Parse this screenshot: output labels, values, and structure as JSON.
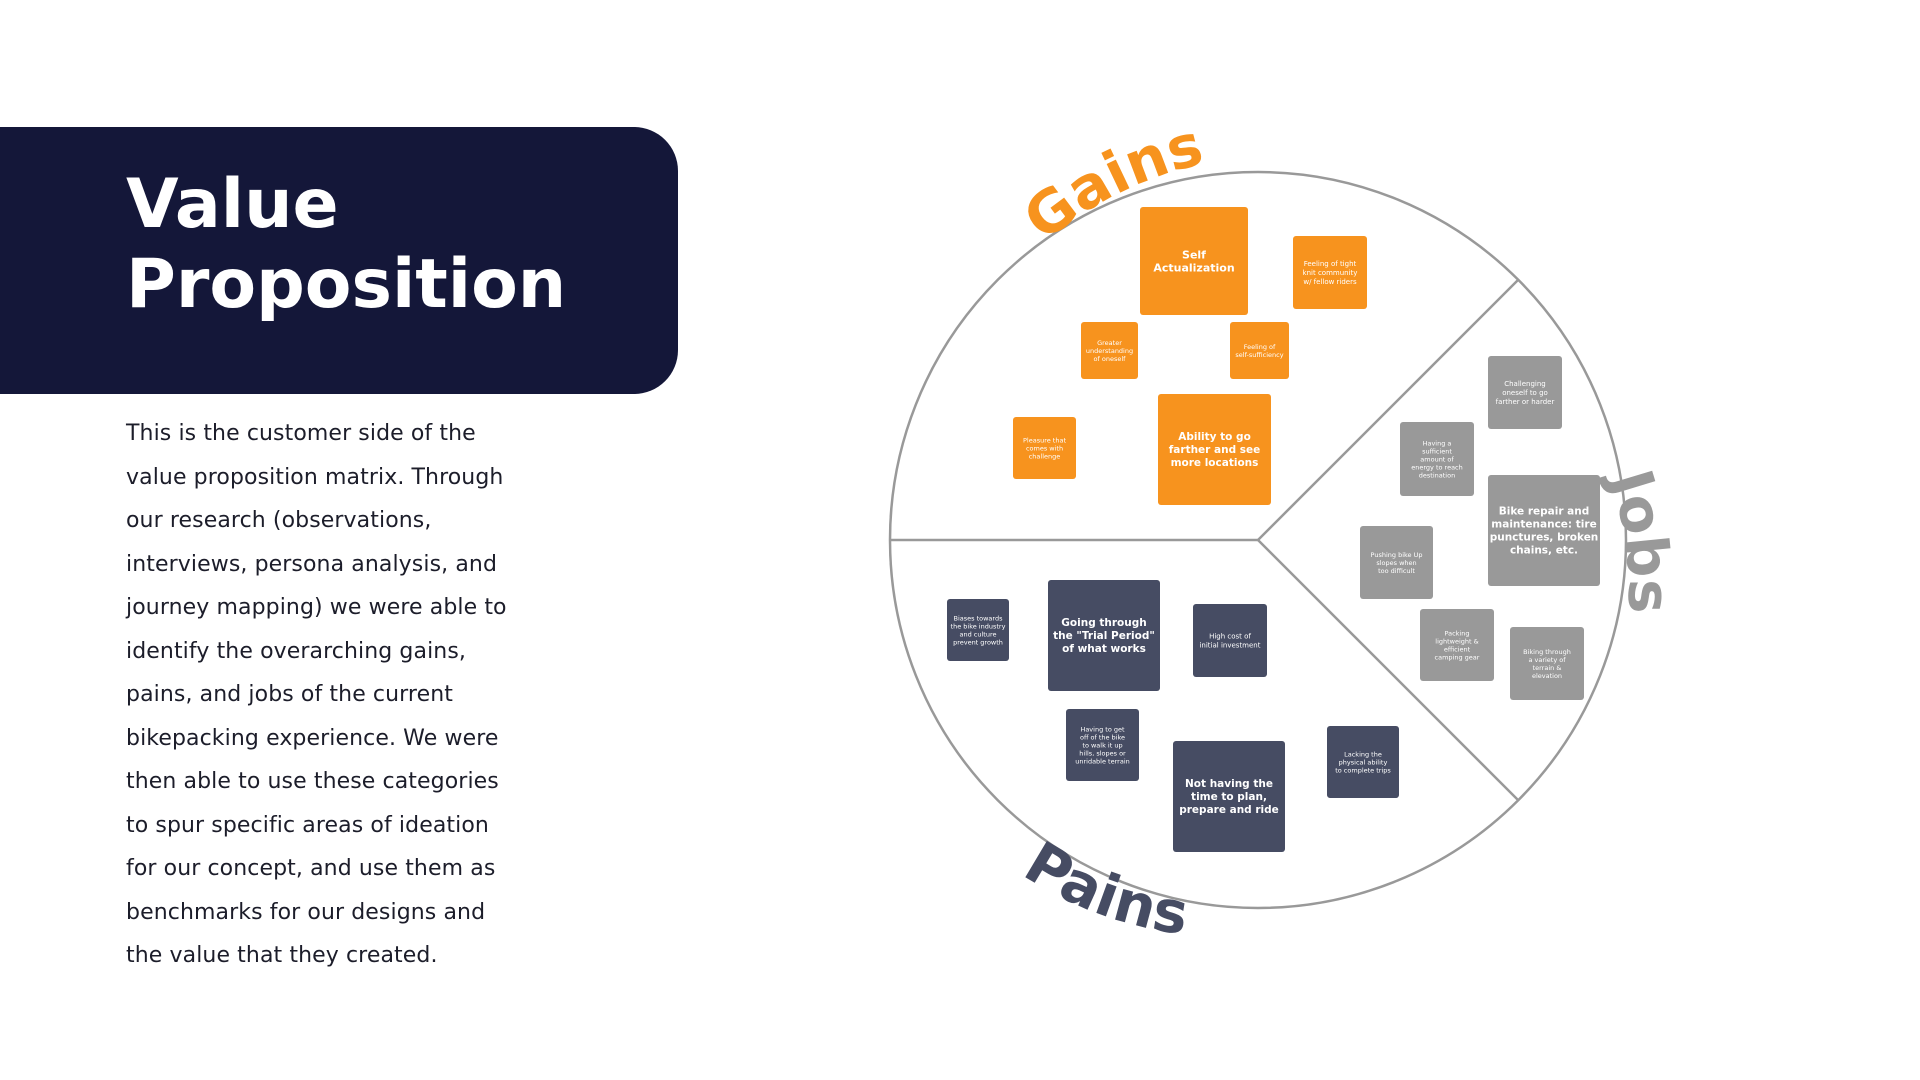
{
  "slide": {
    "title_line1": "Value",
    "title_line2": "Proposition",
    "description_lines": [
      "This is the customer side of the",
      "value proposition matrix. Through",
      "our research (observations,",
      "interviews, persona analysis, and",
      "journey mapping) we were able to",
      "identify the overarching gains,",
      "pains, and jobs of the current",
      "bikepacking experience. We were",
      "then able to use these categories",
      "to  spur specific areas of ideation",
      "for our concept, and use them as",
      "benchmarks for our designs and",
      "the value that they created."
    ]
  },
  "colors": {
    "panel": "#141739",
    "gains": "#F7931E",
    "jobs": "#999999",
    "pains": "#464C63",
    "circle_stroke": "#999999"
  },
  "diagram": {
    "labels": {
      "gains": "Gains",
      "jobs": "Jobs",
      "pains": "Pains"
    },
    "gains": [
      [
        "Self",
        "Actualization"
      ],
      [
        "Feeling of tight",
        "knit community",
        "w/ fellow riders"
      ],
      [
        "Greater",
        "understanding",
        "of oneself"
      ],
      [
        "Feeling of",
        "self-sufficiency"
      ],
      [
        "Pleasure that",
        "comes with",
        "challenge"
      ],
      [
        "Ability to go",
        "farther and see",
        "more locations"
      ]
    ],
    "jobs": [
      [
        "Challenging",
        "oneself to go",
        "farther or harder"
      ],
      [
        "Having a",
        "sufficient",
        "amount of",
        "energy to reach",
        "destination"
      ],
      [
        "Bike repair and",
        "maintenance: tire",
        "punctures, broken",
        "chains, etc."
      ],
      [
        "Pushing bike Up",
        "slopes when",
        "too difficult"
      ],
      [
        "Packing",
        "lightweight &",
        "efficient",
        "camping gear"
      ],
      [
        "Biking through",
        "a variety of",
        "terrain &",
        "elevation"
      ]
    ],
    "pains": [
      [
        "Biases towards",
        "the bike industry",
        "and culture",
        "prevent growth"
      ],
      [
        "Going through",
        "the \"Trial Period\"",
        "of what works"
      ],
      [
        "High cost of",
        "initial investment"
      ],
      [
        "Having to get",
        "off of the bike",
        "to walk it up",
        "hills, slopes or",
        "unridable terrain"
      ],
      [
        "Not having the",
        "time to plan,",
        "prepare and ride"
      ],
      [
        "Lacking the",
        "physical ability",
        "to complete trips"
      ]
    ]
  }
}
